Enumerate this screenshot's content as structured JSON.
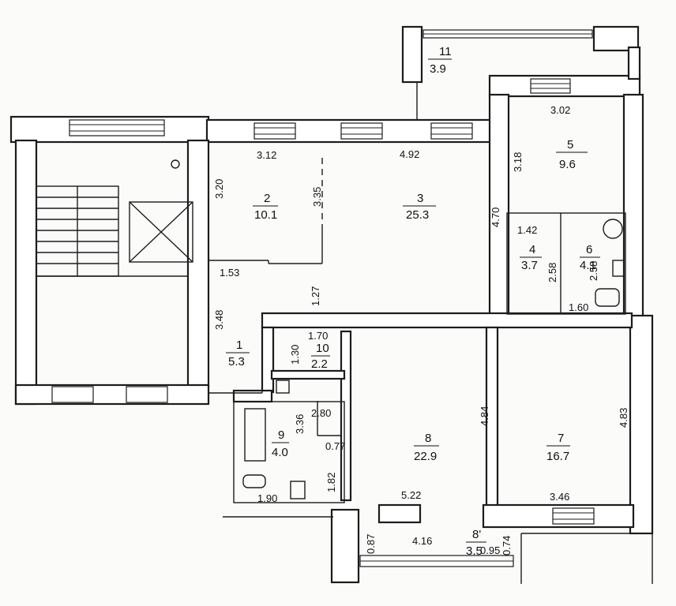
{
  "rooms": [
    {
      "num": "1",
      "area": "5.3"
    },
    {
      "num": "2",
      "area": "10.1"
    },
    {
      "num": "3",
      "area": "25.3"
    },
    {
      "num": "4",
      "area": "3.7"
    },
    {
      "num": "5",
      "area": "9.6"
    },
    {
      "num": "6",
      "area": "4.1"
    },
    {
      "num": "7",
      "area": "16.7"
    },
    {
      "num": "8",
      "area": "22.9"
    },
    {
      "num": "8'",
      "area": "3.5"
    },
    {
      "num": "9",
      "area": "4.0"
    },
    {
      "num": "10",
      "area": "2.2"
    },
    {
      "num": "11",
      "area": "3.9"
    }
  ],
  "dimensions": [
    "3.02",
    "3.18",
    "3.12",
    "4.92",
    "3.20",
    "3.35",
    "4.70",
    "1.42",
    "2.58",
    "2.58",
    "1.60",
    "1.53",
    "1.27",
    "3.48",
    "1.70",
    "1.30",
    "3.36",
    "2.80",
    "0.77",
    "4.84",
    "4.83",
    "1.82",
    "1.90",
    "5.22",
    "3.46",
    "0.87",
    "4.16",
    "0.95",
    "0.74"
  ]
}
